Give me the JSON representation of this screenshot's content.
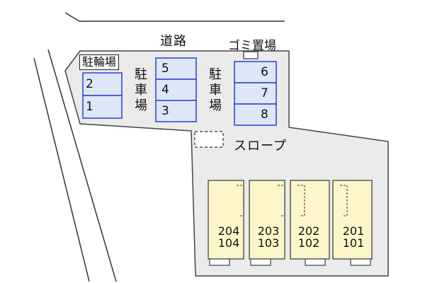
{
  "road": "道路",
  "garbage": "ゴミ置場",
  "bicycle_parking": "駐輪場",
  "parking_label_chars": [
    "駐",
    "車",
    "場"
  ],
  "slope": "スロープ",
  "bike_spaces": [
    "2",
    "1"
  ],
  "parking_mid": [
    "5",
    "4",
    "3"
  ],
  "parking_right": [
    "6",
    "7",
    "8"
  ],
  "units": [
    {
      "upper": "204",
      "lower": "104"
    },
    {
      "upper": "203",
      "lower": "103"
    },
    {
      "upper": "202",
      "lower": "102"
    },
    {
      "upper": "201",
      "lower": "101"
    }
  ],
  "colors": {
    "ground": "#ebebeb",
    "parking_fill": "#dce8f8",
    "parking_stroke": "#2a3fd4",
    "unit_fill": "#fdf6c8",
    "outline": "#444444"
  }
}
